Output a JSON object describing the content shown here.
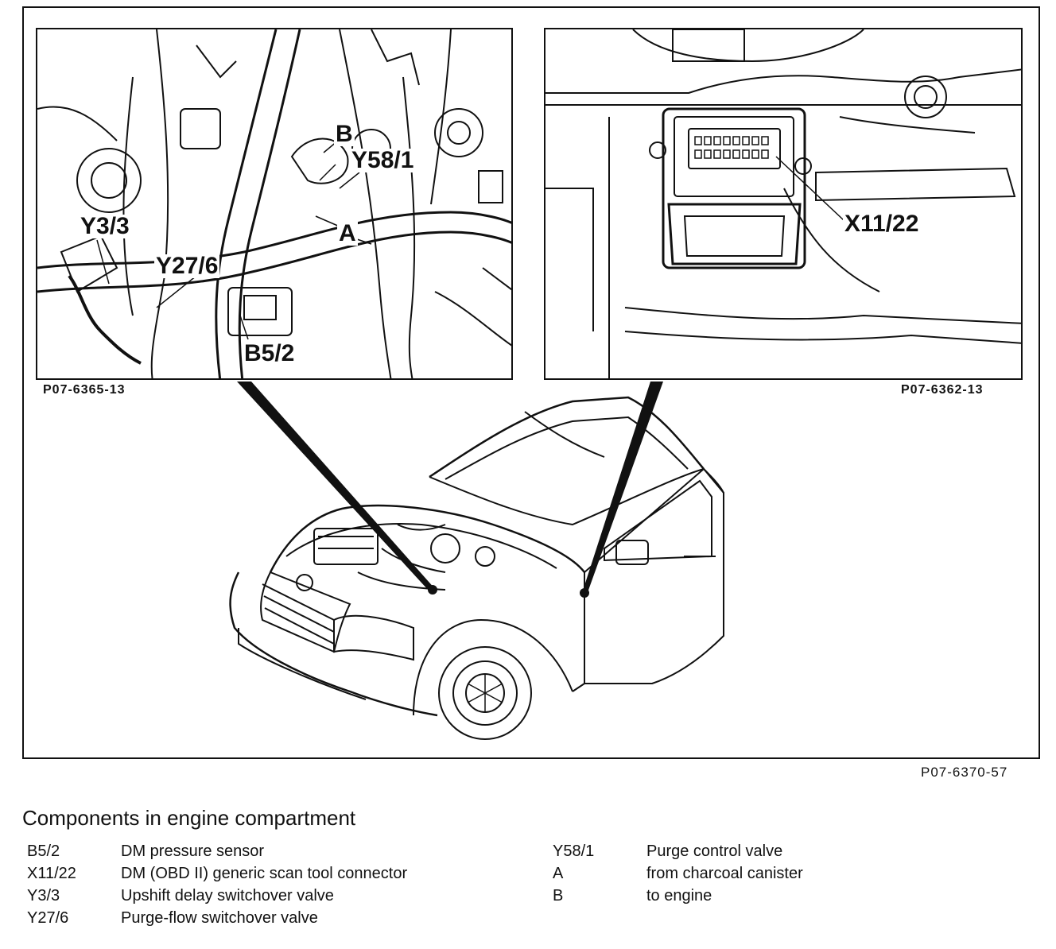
{
  "figure_codes": {
    "left_inset": "P07-6365-13",
    "right_inset": "P07-6362-13",
    "main": "P07-6370-57"
  },
  "callouts": {
    "b": "B",
    "y58_1": "Y58/1",
    "y3_3": "Y3/3",
    "a": "A",
    "y27_6": "Y27/6",
    "b5_2": "B5/2",
    "x11_22": "X11/22"
  },
  "caption": "Components in engine compartment",
  "legend": {
    "left": [
      {
        "code": "B5/2",
        "desc": "DM pressure sensor"
      },
      {
        "code": "X11/22",
        "desc": "DM (OBD II) generic scan tool connector"
      },
      {
        "code": "Y3/3",
        "desc": "Upshift delay switchover valve"
      },
      {
        "code": "Y27/6",
        "desc": "Purge-flow switchover valve"
      }
    ],
    "right": [
      {
        "code": "Y58/1",
        "desc": "Purge control valve"
      },
      {
        "code": "A",
        "desc": "from charcoal canister"
      },
      {
        "code": "B",
        "desc": "to engine"
      }
    ]
  }
}
